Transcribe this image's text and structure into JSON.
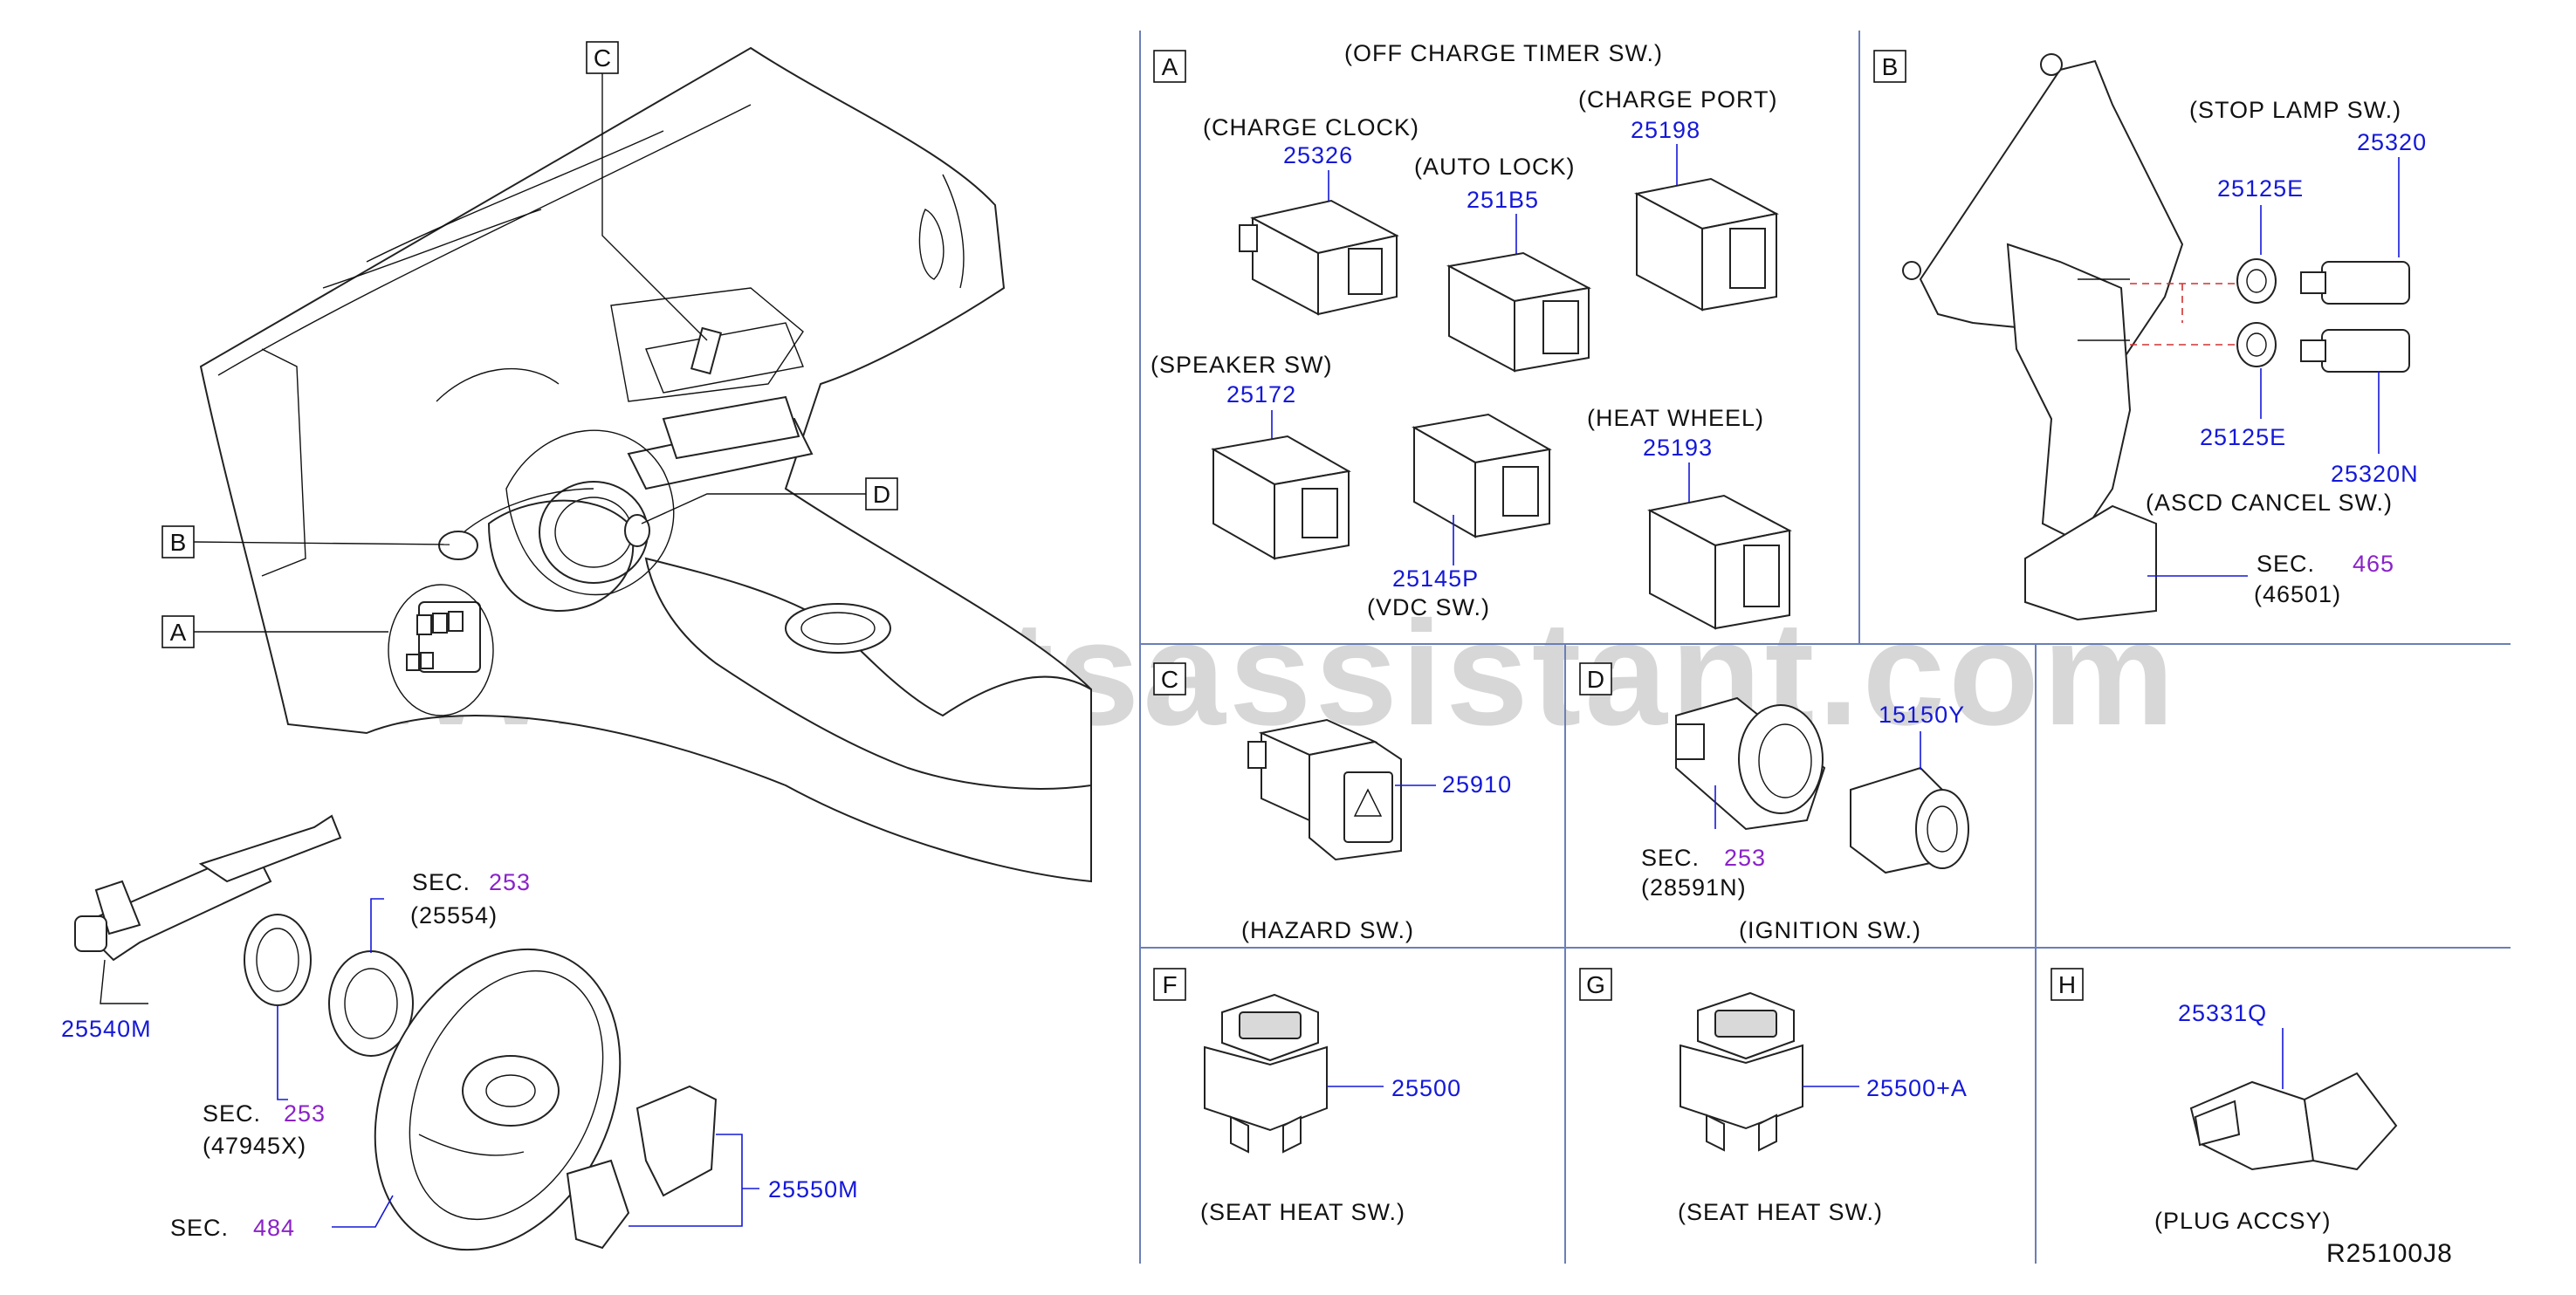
{
  "watermark": "www.partsassistant.com",
  "drawing_number": "R25100J8",
  "overview": {
    "callout_a": "A",
    "callout_b": "B",
    "callout_c": "C",
    "callout_d": "D",
    "combo_switch": "25540M",
    "sec_253_a": {
      "prefix": "SEC.",
      "num": "253",
      "ref": "(25554)"
    },
    "sec_253_b": {
      "prefix": "SEC.",
      "num": "253",
      "ref": "(47945X)"
    },
    "sec_484": {
      "prefix": "SEC.",
      "num": "484"
    },
    "steering_switch": "25550M"
  },
  "section_a": {
    "letter": "A",
    "off_charge_timer": "(OFF   CHARGE   TIMER   SW.)",
    "charge_clock": {
      "name": "(CHARGE   CLOCK)",
      "part": "25326"
    },
    "auto_lock": {
      "name": "(AUTO   LOCK)",
      "part": "251B5"
    },
    "charge_port": {
      "name": "(CHARGE   PORT)",
      "part": "25198"
    },
    "speaker": {
      "name": "(SPEAKER   SW)",
      "part": "25172"
    },
    "vdc": {
      "name": "(VDC   SW.)",
      "part": "25145P"
    },
    "heat_wheel": {
      "name": "(HEAT   WHEEL)",
      "part": "25193"
    }
  },
  "section_b": {
    "letter": "B",
    "stop_lamp": "(STOP   LAMP   SW.)",
    "part_25320": "25320",
    "part_25125e_top": "25125E",
    "part_25125e_bottom": "25125E",
    "part_25320n": "25320N",
    "ascd_cancel": "(ASCD   CANCEL   SW.)",
    "sec_465": {
      "prefix": "SEC.",
      "num": "465",
      "ref": "(46501)"
    }
  },
  "section_c": {
    "letter": "C",
    "part": "25910",
    "name": "(HAZARD   SW.)"
  },
  "section_d": {
    "letter": "D",
    "part": "15150Y",
    "sec_253": {
      "prefix": "SEC.",
      "num": "253",
      "ref": "(28591N)"
    },
    "name": "(IGNITION   SW.)"
  },
  "section_f": {
    "letter": "F",
    "part": "25500",
    "name": "(SEAT   HEAT   SW.)"
  },
  "section_g": {
    "letter": "G",
    "part": "25500+A",
    "name": "(SEAT   HEAT   SW.)"
  },
  "section_h": {
    "letter": "H",
    "part": "25331Q",
    "name": "(PLUG   ACCSY)"
  },
  "colors": {
    "part_number": "#1418d8",
    "section_ref": "#8a22c8",
    "grid": "#6a7fb8"
  }
}
